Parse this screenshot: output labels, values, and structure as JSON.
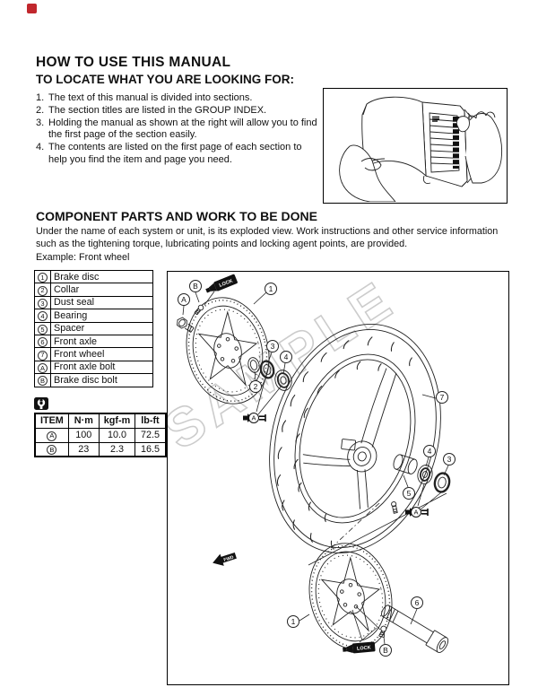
{
  "page": {
    "marker_color": "#c1272d"
  },
  "intro": {
    "title": "HOW TO USE THIS MANUAL",
    "subtitle": "TO LOCATE WHAT YOU ARE LOOKING FOR:",
    "steps": [
      {
        "num": "1.",
        "text": "The text of this manual is divided into sections."
      },
      {
        "num": "2.",
        "text": "The section titles are listed in the GROUP INDEX."
      },
      {
        "num": "3.",
        "text": "Holding the manual as shown at the right will allow you to find the first page of the section easily."
      },
      {
        "num": "4.",
        "text": "The contents are listed on the first page of each section to help you find the item and page you need."
      }
    ]
  },
  "component": {
    "title": "COMPONENT PARTS AND WORK TO BE DONE",
    "body": "Under the name of each system or unit, is its exploded view. Work instructions and other service information such as the tightening torque, lubricating points and locking agent points, are provided.",
    "example": "Example: Front wheel"
  },
  "parts_list": {
    "rows": [
      {
        "ref": "1",
        "name": "Brake disc"
      },
      {
        "ref": "2",
        "name": "Collar"
      },
      {
        "ref": "3",
        "name": "Dust seal"
      },
      {
        "ref": "4",
        "name": "Bearing"
      },
      {
        "ref": "5",
        "name": "Spacer"
      },
      {
        "ref": "6",
        "name": "Front axle"
      },
      {
        "ref": "7",
        "name": "Front wheel"
      },
      {
        "ref": "A",
        "name": "Front axle bolt"
      },
      {
        "ref": "B",
        "name": "Brake disc bolt"
      }
    ]
  },
  "torque_table": {
    "headers": [
      "ITEM",
      "N·m",
      "kgf-m",
      "lb-ft"
    ],
    "rows": [
      {
        "item": "A",
        "values": [
          "100",
          "10.0",
          "72.5"
        ]
      },
      {
        "item": "B",
        "values": [
          "23",
          "2.3",
          "16.5"
        ]
      }
    ]
  },
  "diagram": {
    "watermark": "SAMPLE",
    "fwd": "FWD",
    "lock": "LOCK",
    "torque_mark": "A",
    "callouts": {
      "n1": "1",
      "n2": "2",
      "n3": "3",
      "n4": "4",
      "n5": "5",
      "n6": "6",
      "n7": "7",
      "a": "A",
      "b": "B"
    }
  }
}
